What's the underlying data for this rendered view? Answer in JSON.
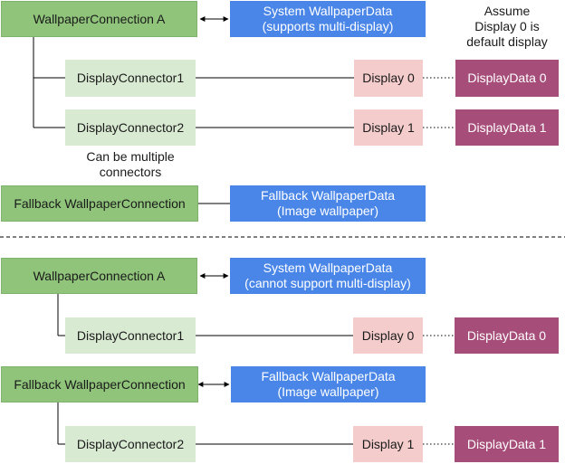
{
  "top": {
    "connection_a": "WallpaperConnection A",
    "system_data": "System WallpaperData\n(supports multi-display)",
    "note_default": "Assume\nDisplay 0 is\ndefault display",
    "connector1": "DisplayConnector1",
    "display0": "Display 0",
    "displaydata0": "DisplayData 0",
    "connector2": "DisplayConnector2",
    "display1": "Display 1",
    "displaydata1": "DisplayData 1",
    "note_multiple": "Can be multiple\nconnectors",
    "fallback_connection": "Fallback WallpaperConnection",
    "fallback_data": "Fallback WallpaperData\n(Image wallpaper)"
  },
  "bottom": {
    "connection_a": "WallpaperConnection A",
    "system_data": "System WallpaperData\n(cannot support multi-display)",
    "connector1": "DisplayConnector1",
    "display0": "Display 0",
    "displaydata0": "DisplayData 0",
    "fallback_connection": "Fallback WallpaperConnection",
    "fallback_data": "Fallback WallpaperData\n(Image wallpaper)",
    "connector2": "DisplayConnector2",
    "display1": "Display 1",
    "displaydata1": "DisplayData 1"
  },
  "colors": {
    "connection": "#8fc47a",
    "display_connector": "#d9ead3",
    "wallpaper_data": "#4a86e8",
    "display": "#f4cccc",
    "display_data": "#a64d79"
  }
}
